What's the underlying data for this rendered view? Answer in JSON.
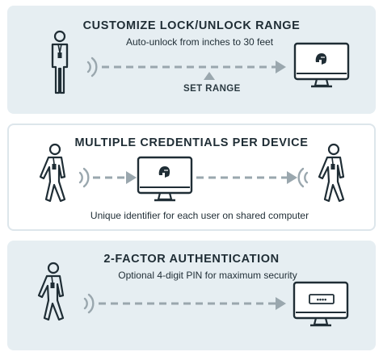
{
  "panels": [
    {
      "title": "CUSTOMIZE LOCK/UNLOCK RANGE",
      "subtitle": "Auto-unlock from inches to 30 feet",
      "note": "SET RANGE"
    },
    {
      "title": "MULTIPLE CREDENTIALS PER DEVICE",
      "subtitle": "Unique identifier for each user on shared computer"
    },
    {
      "title": "2-FACTOR AUTHENTICATION",
      "subtitle": "Optional 4-digit PIN for maximum security",
      "pin_mask": "••••"
    }
  ],
  "icons": [
    "person-standing-icon",
    "person-walking-icon",
    "signal-waves-icon",
    "computer-monitor-icon",
    "helmet-logo-icon",
    "pin-field-icon",
    "dashed-arrow-icon"
  ],
  "colors": {
    "panel_tint": "#e6eef2",
    "panel_border": "#dde6eb",
    "dash": "#9aa7ae",
    "ink": "#1f2d35"
  }
}
